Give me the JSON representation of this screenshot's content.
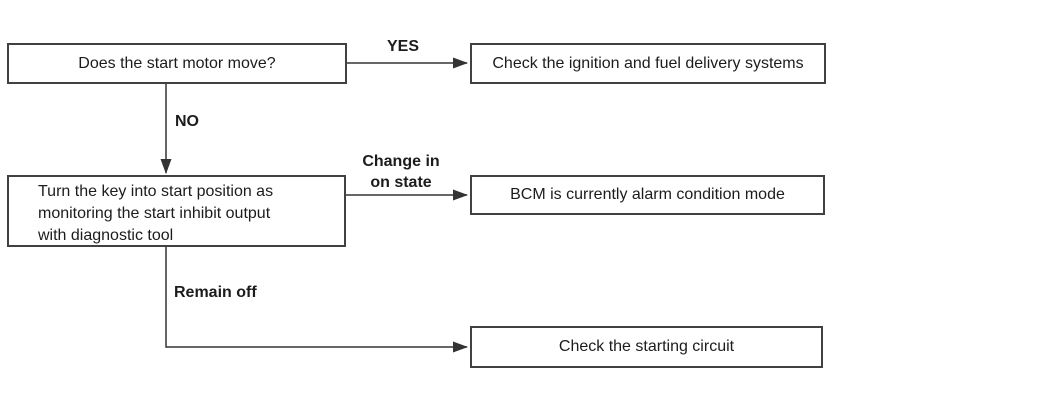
{
  "diagram": {
    "nodes": {
      "start_motor_question": {
        "label": "Does the start motor move?"
      },
      "check_ignition_fuel": {
        "label": "Check the ignition and fuel delivery systems"
      },
      "key_start_monitor": {
        "lines": [
          "Turn the key into start position as",
          "monitoring the start inhibit output",
          "with diagnostic tool"
        ]
      },
      "bcm_alarm_mode": {
        "label": "BCM is currently alarm condition mode"
      },
      "check_starting_circuit": {
        "label": "Check the starting circuit"
      }
    },
    "edge_labels": {
      "yes": "YES",
      "no": "NO",
      "change_in_on_state": [
        "Change in",
        "on state"
      ],
      "remain_off": "Remain off"
    },
    "colors": {
      "background": "#ffffff",
      "box_border": "#414141",
      "connector": "#333333",
      "text": "#1c1c1c"
    }
  }
}
